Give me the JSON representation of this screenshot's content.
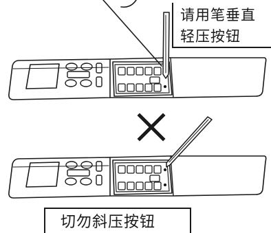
{
  "callout_correct": {
    "line1": "请用笔垂直",
    "line2": "轻压按钮"
  },
  "callout_wrong": {
    "text": "切勿斜压按钮"
  },
  "mark_wrong_symbol": "×",
  "colors": {
    "ink": "#1a1a1a",
    "paper": "#ffffff"
  }
}
